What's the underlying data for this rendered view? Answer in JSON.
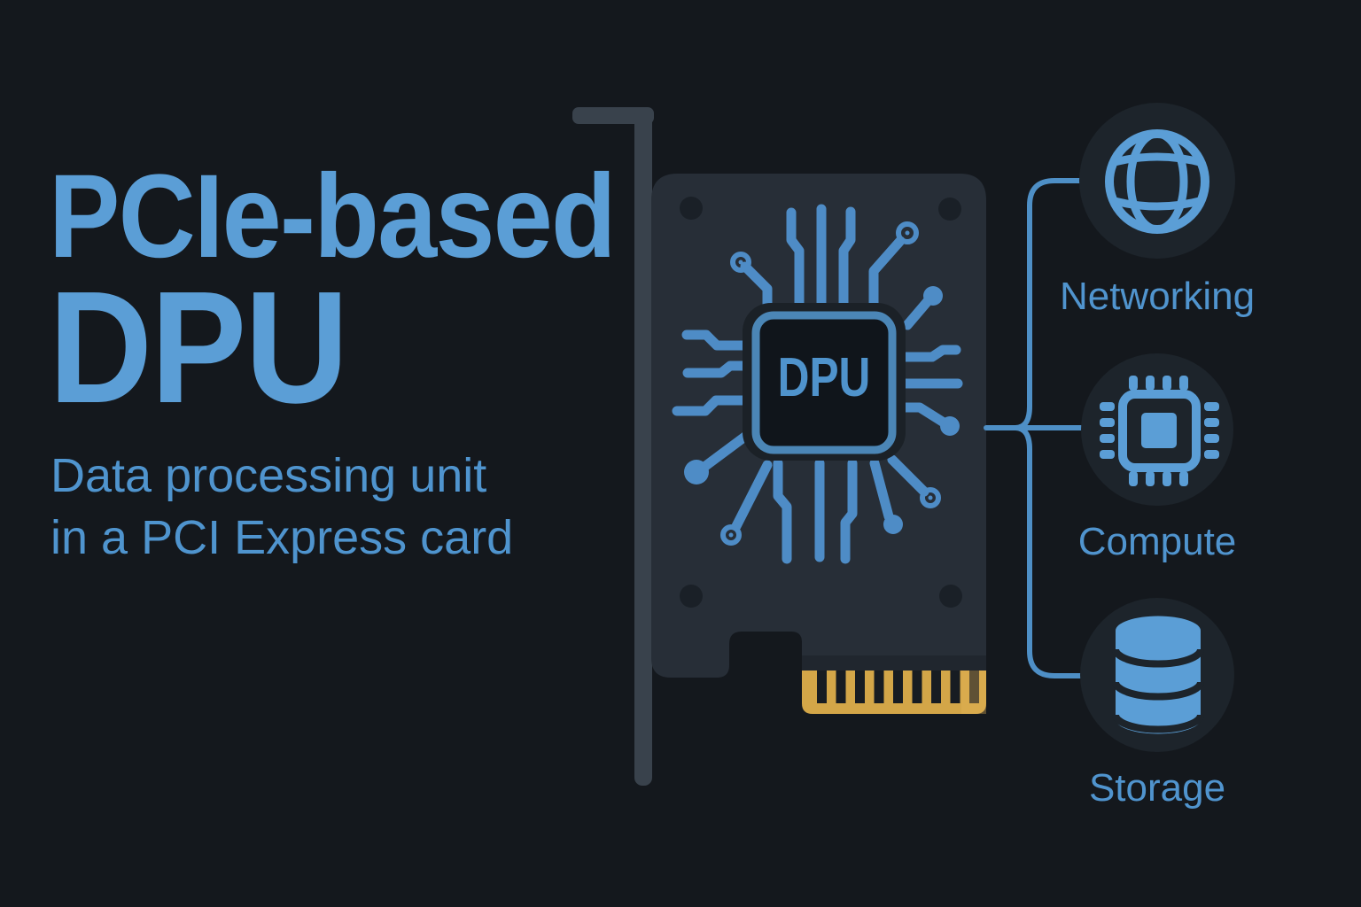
{
  "title": {
    "line1": "PCIe-based",
    "line2": "DPU"
  },
  "subtitle": {
    "line1": "Data processing unit",
    "line2": "in a PCI Express card"
  },
  "card": {
    "chip_label": "DPU"
  },
  "features": [
    {
      "label": "Networking",
      "icon": "globe-icon"
    },
    {
      "label": "Compute",
      "icon": "cpu-chip-icon"
    },
    {
      "label": "Storage",
      "icon": "database-icon"
    }
  ],
  "colors": {
    "background": "#14181d",
    "title_blue": "#5b9ed6",
    "subtitle_blue": "#4f94ce",
    "trace_blue": "#4e8cc6",
    "card_gray": "#272e37",
    "bracket_gray": "#39424c",
    "gold_connector": "#d3a648",
    "chip_dark": "#1b2127",
    "icon_circle_bg": "#1d242b"
  }
}
